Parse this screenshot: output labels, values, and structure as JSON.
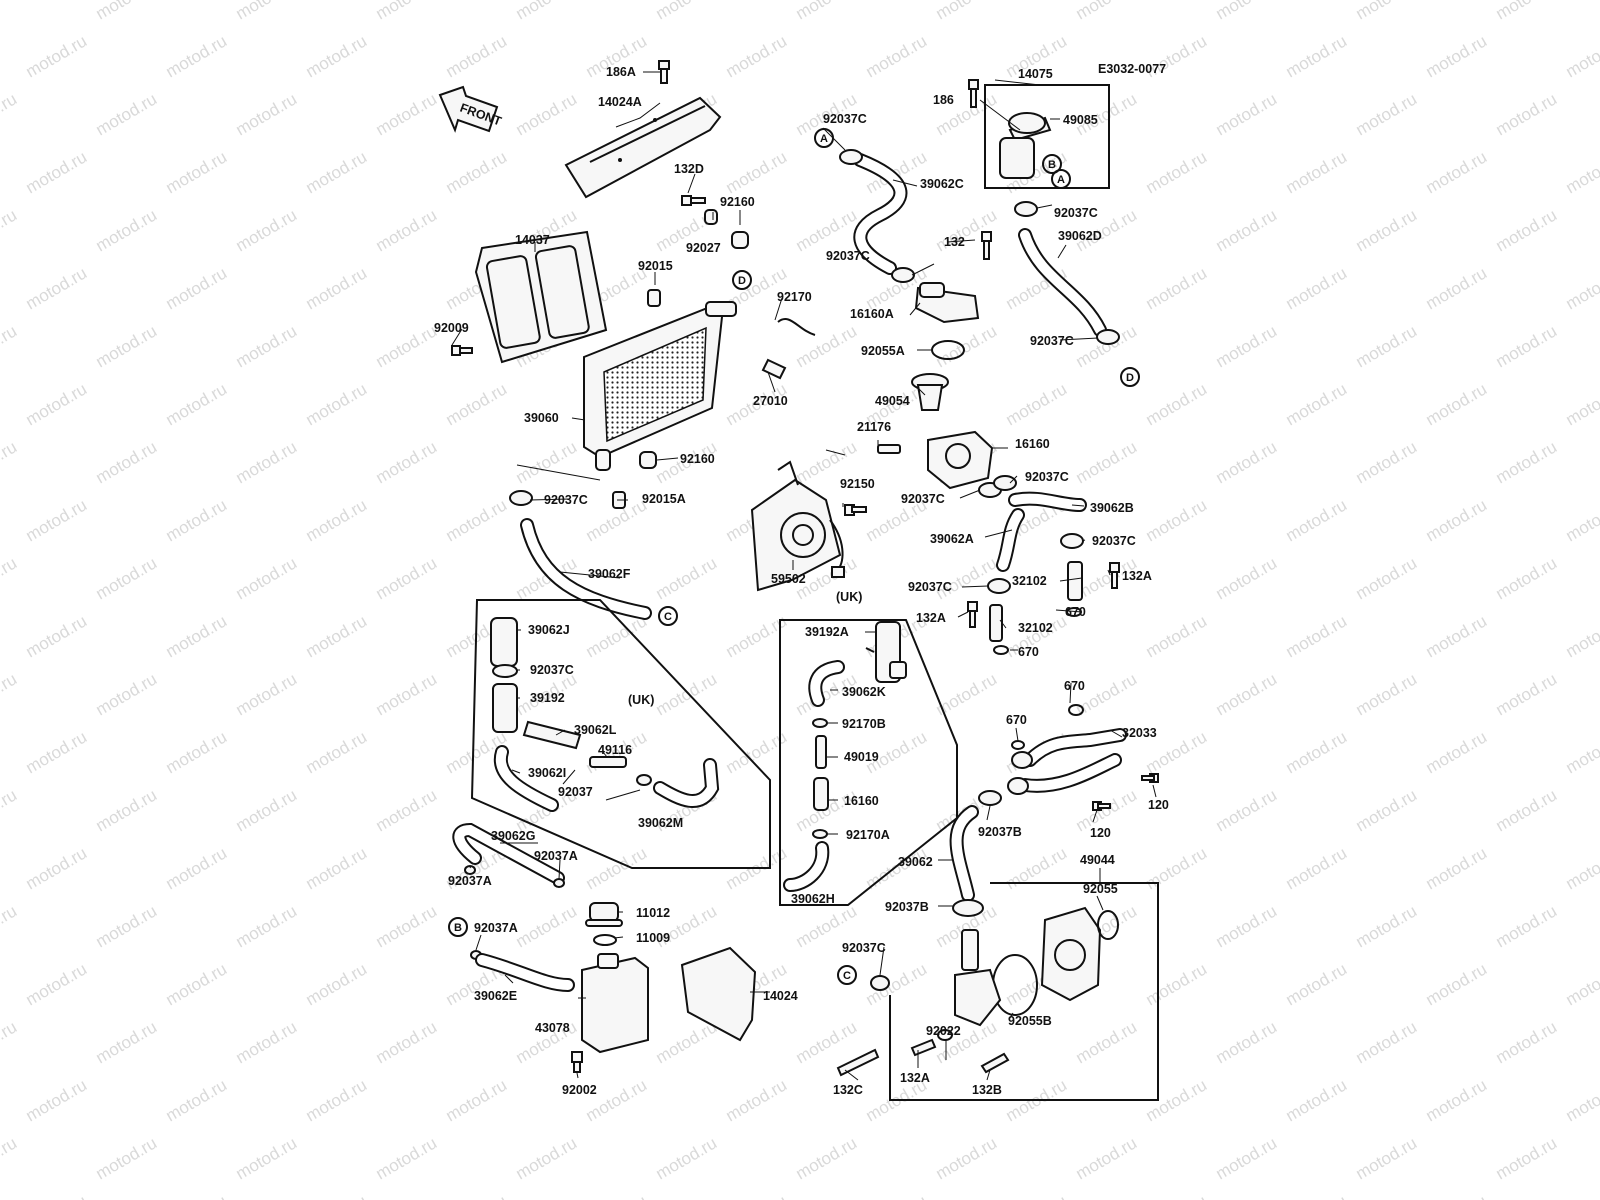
{
  "diagram_code": "E3032-0077",
  "watermark": "motod.ru",
  "front_label": "FRONT",
  "uk_label_1": "(UK)",
  "uk_label_2": "(UK)",
  "refs": {
    "A": "A",
    "B": "B",
    "C": "C",
    "D": "D"
  },
  "labels": {
    "p186A": "186A",
    "p14024A": "14024A",
    "p132D": "132D",
    "p92160a": "92160",
    "p92027": "92027",
    "p14037": "14037",
    "p92015": "92015",
    "p92009": "92009",
    "p39060": "39060",
    "p92170": "92170",
    "p27010": "27010",
    "p92160b": "92160",
    "p92037Ca": "92037C",
    "p92015A": "92015A",
    "p39062F": "39062F",
    "p92037Cb": "92037C",
    "p39062C": "39062C",
    "p14075": "14075",
    "p186": "186",
    "p49085": "49085",
    "p92037Cc": "92037C",
    "p39062D": "39062D",
    "p92037Cd": "92037C",
    "p132": "132",
    "p16160A": "16160A",
    "p92037Ce": "92037C",
    "p92055A": "92055A",
    "p49054": "49054",
    "p21176": "21176",
    "p16160a": "16160",
    "p92150": "92150",
    "p59502": "59502",
    "p92037Cf": "92037C",
    "p92037Cg": "92037C",
    "p39062B": "39062B",
    "p39062A": "39062A",
    "p92037Ch": "92037C",
    "p92037Ci": "92037C",
    "p32102a": "32102",
    "p132Aa": "132A",
    "p670a": "670",
    "p132Ab": "132A",
    "p32102b": "32102",
    "p670b": "670",
    "p39062J": "39062J",
    "p92037Cj": "92037C",
    "p39192": "39192",
    "p39062L": "39062L",
    "p49116": "49116",
    "p39062I": "39062I",
    "p92037": "92037",
    "p39062M": "39062M",
    "p39192A": "39192A",
    "p39062K": "39062K",
    "p92170B": "92170B",
    "p49019": "49019",
    "p16160b": "16160",
    "p92170A": "92170A",
    "p39062H": "39062H",
    "p670c": "670",
    "p670d": "670",
    "p32033": "32033",
    "p92037B": "92037B",
    "p120a": "120",
    "p120b": "120",
    "p39062G": "39062G",
    "p92037Aa": "92037A",
    "p92037Ab": "92037A",
    "p11012": "11012",
    "p11009": "11009",
    "p92037Ac": "92037A",
    "p39062E": "39062E",
    "p43078": "43078",
    "p14024": "14024",
    "p92002": "92002",
    "p39062": "39062",
    "p49044": "49044",
    "p92055": "92055",
    "p92037Bb": "92037B",
    "p92037Ck": "92037C",
    "p92055B": "92055B",
    "p92022": "92022",
    "p132C": "132C",
    "p132A": "132A",
    "p132B": "132B"
  }
}
